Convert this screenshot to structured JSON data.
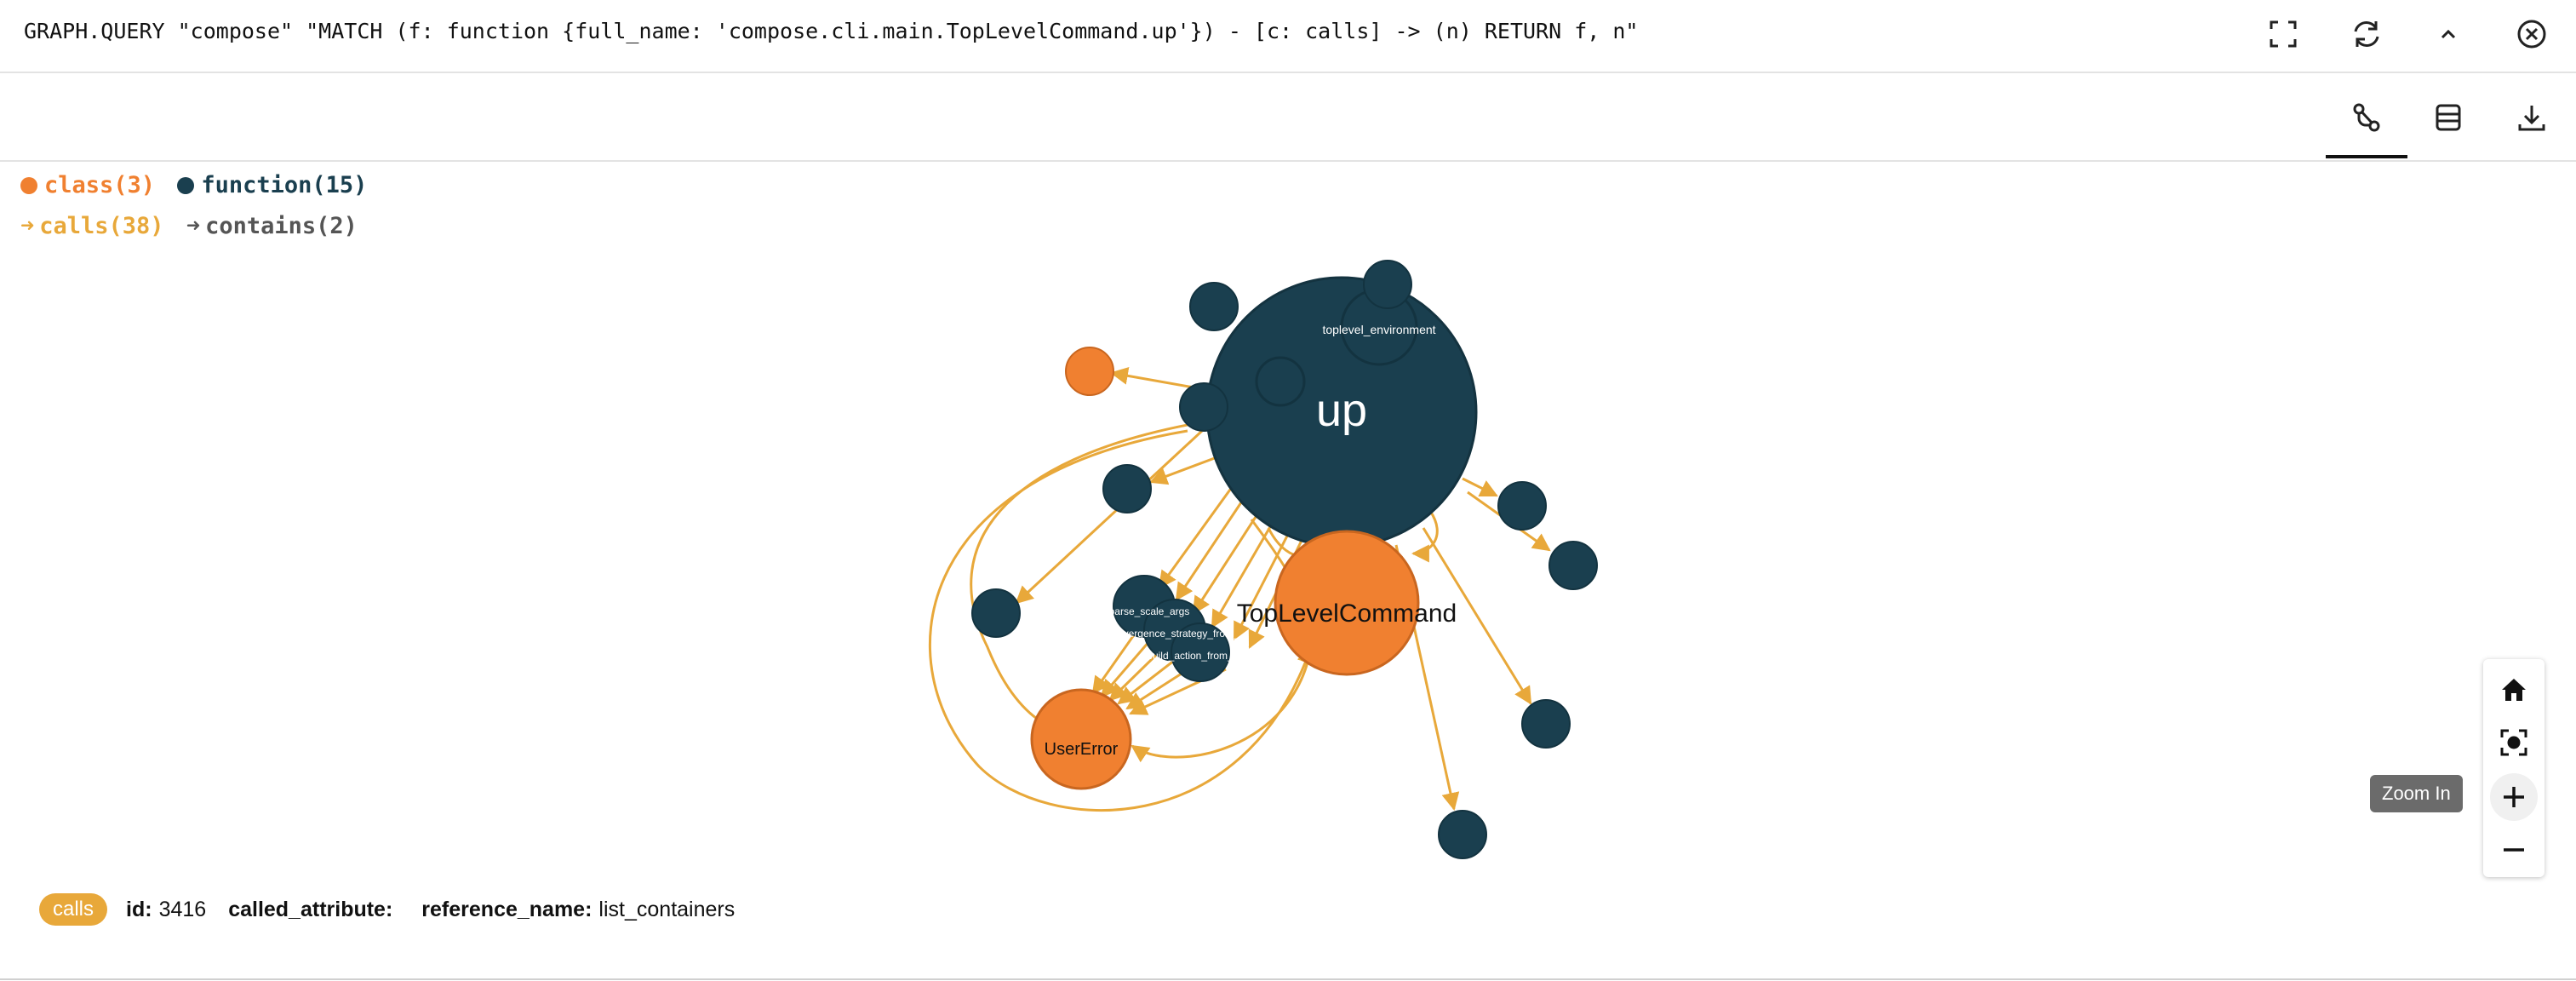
{
  "query": "GRAPH.QUERY \"compose\" \"MATCH (f: function {full_name: 'compose.cli.main.TopLevelCommand.up'}) - [c: calls] -> (n) RETURN f, n\"",
  "top_actions": [
    "fullscreen-icon",
    "refresh-icon",
    "collapse-icon",
    "close-icon"
  ],
  "view_tabs": [
    "graph-view-icon",
    "table-view-icon",
    "download-icon"
  ],
  "legend": {
    "labels": [
      {
        "text": "class(3)",
        "color": "#f08030"
      },
      {
        "text": "function(15)",
        "color": "#1a3f4f"
      }
    ],
    "relationships": [
      {
        "text": "calls(38)",
        "color": "#e8a83a"
      },
      {
        "text": "contains(2)",
        "color": "#555555"
      }
    ]
  },
  "graph": {
    "nodes": [
      {
        "id": "up",
        "label": "up",
        "type": "function"
      },
      {
        "id": "toplevel_env",
        "label": "toplevel_environment",
        "type": "function"
      },
      {
        "id": "toplevel_cmd",
        "label": "TopLevelCommand",
        "type": "class"
      },
      {
        "id": "user_error",
        "label": "UserError",
        "type": "class"
      },
      {
        "id": "parse_scale",
        "label": "parse_scale_args",
        "type": "function"
      },
      {
        "id": "convergence",
        "label": "convergence_strategy_from_",
        "type": "function"
      },
      {
        "id": "build_action",
        "label": "build_action_from_",
        "type": "function"
      },
      {
        "id": "c_small",
        "label": "",
        "type": "class"
      },
      {
        "id": "f1",
        "label": "",
        "type": "function"
      },
      {
        "id": "f2",
        "label": "",
        "type": "function"
      },
      {
        "id": "f3",
        "label": "",
        "type": "function"
      },
      {
        "id": "f4",
        "label": "",
        "type": "function"
      },
      {
        "id": "f5",
        "label": "",
        "type": "function"
      },
      {
        "id": "f6",
        "label": "",
        "type": "function"
      },
      {
        "id": "f7",
        "label": "",
        "type": "function"
      },
      {
        "id": "f8",
        "label": "",
        "type": "function"
      },
      {
        "id": "f9",
        "label": "",
        "type": "function"
      },
      {
        "id": "f10",
        "label": "",
        "type": "function"
      }
    ]
  },
  "zoom": {
    "tooltip": "Zoom In",
    "buttons": [
      "home-icon",
      "center-focus-icon",
      "zoom-in-icon",
      "zoom-out-icon"
    ]
  },
  "details": {
    "badge": "calls",
    "fields": [
      {
        "key": "id:",
        "value": "3416"
      },
      {
        "key": "called_attribute:",
        "value": ""
      },
      {
        "key": "reference_name:",
        "value": "list_containers"
      }
    ]
  },
  "colors": {
    "function": "#1a3f4f",
    "class": "#f08030",
    "edge": "#e8a83a"
  }
}
